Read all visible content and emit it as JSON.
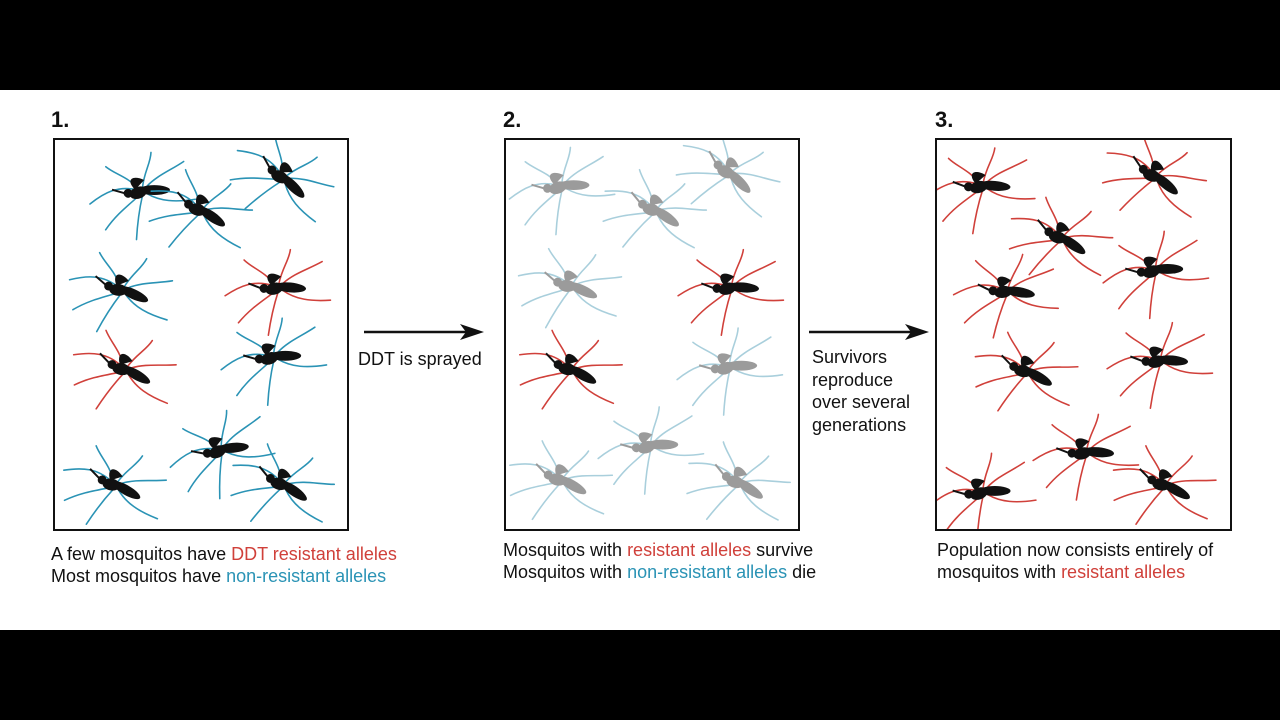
{
  "colors": {
    "resistant": "#d0403a",
    "non_resistant": "#2a93b5",
    "body": "#111111",
    "dead_body": "#9b9b9b",
    "dead_leg": "#a9cfdc"
  },
  "icons": {
    "insect": "mosquito-icon",
    "arrow": "right-arrow-icon"
  },
  "steps": [
    {
      "number": "1.",
      "caption_line1": {
        "pre": "A few mosquitos have ",
        "hl": "DDT resistant alleles",
        "post": "",
        "hl_color": "resistant"
      },
      "caption_line2": {
        "pre": "Most mosquitos have ",
        "hl": "non-resistant alleles",
        "post": "",
        "hl_color": "non_resistant"
      },
      "mosquitos": [
        {
          "state": "non-resistant"
        },
        {
          "state": "non-resistant"
        },
        {
          "state": "non-resistant"
        },
        {
          "state": "non-resistant"
        },
        {
          "state": "resistant"
        },
        {
          "state": "resistant"
        },
        {
          "state": "non-resistant"
        },
        {
          "state": "non-resistant"
        },
        {
          "state": "non-resistant"
        },
        {
          "state": "non-resistant"
        }
      ]
    },
    {
      "number": "2.",
      "caption_line1": {
        "pre": "Mosquitos with ",
        "hl": "resistant alleles",
        "post": " survive",
        "hl_color": "resistant"
      },
      "caption_line2": {
        "pre": "Mosquitos with ",
        "hl": "non-resistant alleles",
        "post": " die",
        "hl_color": "non_resistant"
      },
      "mosquitos": [
        {
          "state": "dead"
        },
        {
          "state": "dead"
        },
        {
          "state": "dead"
        },
        {
          "state": "dead"
        },
        {
          "state": "resistant"
        },
        {
          "state": "resistant"
        },
        {
          "state": "dead"
        },
        {
          "state": "dead"
        },
        {
          "state": "dead"
        },
        {
          "state": "dead"
        }
      ]
    },
    {
      "number": "3.",
      "caption_line1": {
        "pre": "Population now consists entirely of",
        "hl": "",
        "post": "",
        "hl_color": "resistant"
      },
      "caption_line2": {
        "pre": "mosquitos with ",
        "hl": "resistant alleles",
        "post": "",
        "hl_color": "resistant"
      },
      "mosquitos": [
        {
          "state": "resistant"
        },
        {
          "state": "resistant"
        },
        {
          "state": "resistant"
        },
        {
          "state": "resistant"
        },
        {
          "state": "resistant"
        },
        {
          "state": "resistant"
        },
        {
          "state": "resistant"
        },
        {
          "state": "resistant"
        },
        {
          "state": "resistant"
        },
        {
          "state": "resistant"
        }
      ]
    }
  ],
  "transitions": [
    {
      "label_lines": [
        "DDT is sprayed"
      ]
    },
    {
      "label_lines": [
        "Survivors",
        "reproduce",
        "over several",
        "generations"
      ]
    }
  ]
}
